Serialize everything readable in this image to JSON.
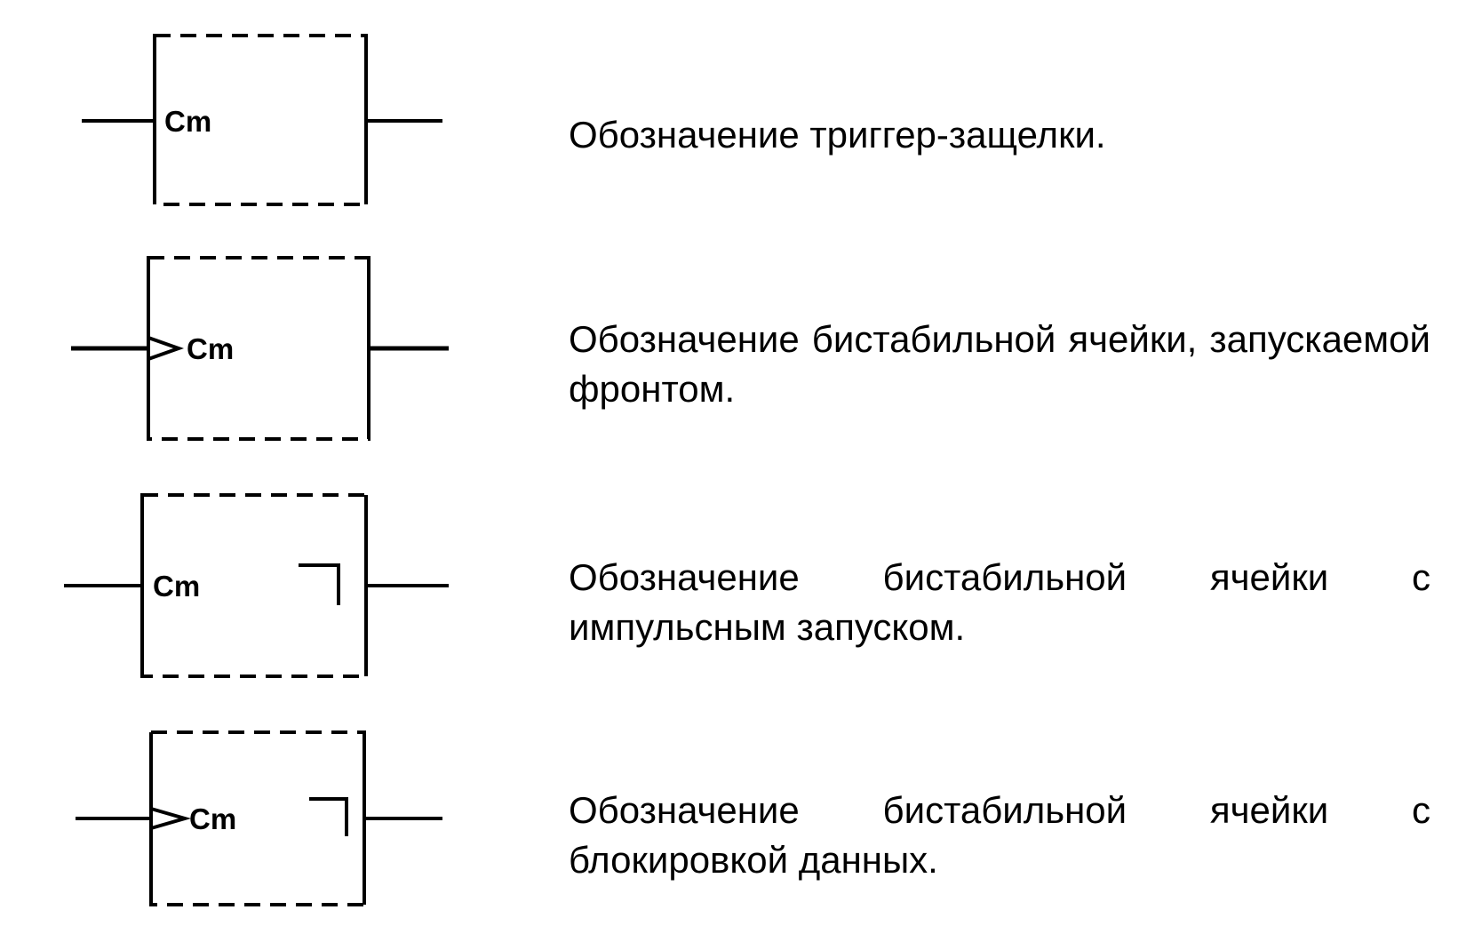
{
  "symbols": [
    {
      "id": "latch",
      "label": "Cm",
      "dynamic_input": false,
      "postponed_output": false,
      "description": "Обозначение триггер-защелки."
    },
    {
      "id": "edge-triggered",
      "label": "Cm",
      "dynamic_input": true,
      "postponed_output": false,
      "description": "Обозначение бистабильной ячейки, запускаемой фронтом."
    },
    {
      "id": "pulse-triggered",
      "label": "Cm",
      "dynamic_input": false,
      "postponed_output": true,
      "description": "Обозначение бистабильной ячейки с импульсным запуском."
    },
    {
      "id": "data-lockout",
      "label": "Cm",
      "dynamic_input": true,
      "postponed_output": true,
      "description": "Обозначение бистабильной ячейки с блокировкой данных."
    }
  ]
}
